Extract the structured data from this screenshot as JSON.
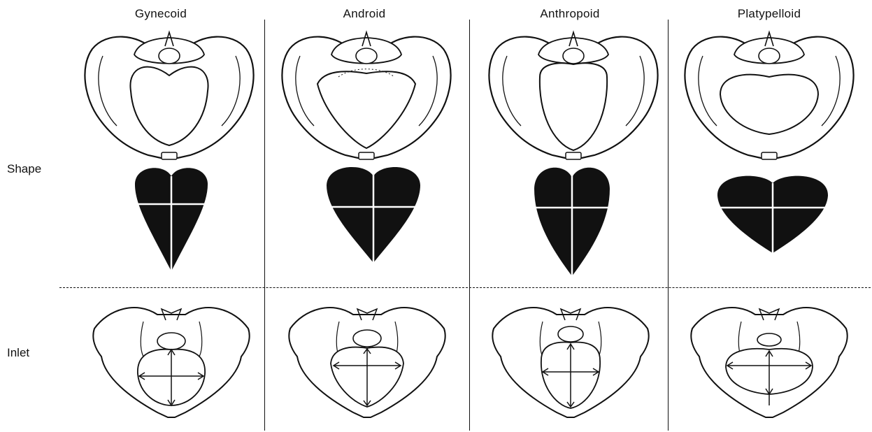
{
  "columns": [
    {
      "title": "Gynecoid"
    },
    {
      "title": "Android"
    },
    {
      "title": "Anthropoid"
    },
    {
      "title": "Platypelloid"
    }
  ],
  "rows": {
    "shape_label": "Shape",
    "inlet_label": "Inlet"
  }
}
